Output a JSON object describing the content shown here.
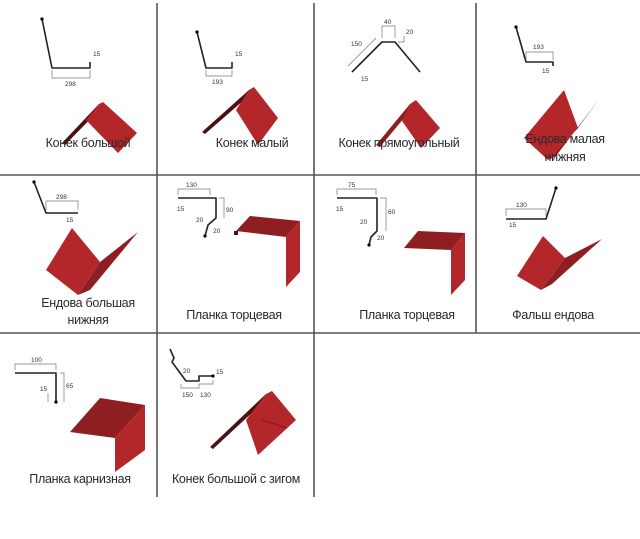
{
  "colors": {
    "product_red": "#b3272b",
    "grid_line": "#555555"
  },
  "items": [
    {
      "label": "Конек большой",
      "dims": [
        "15",
        "298"
      ]
    },
    {
      "label": "Конек малый",
      "dims": [
        "15",
        "193"
      ]
    },
    {
      "label": "Конек прямоугольный",
      "dims": [
        "40",
        "20",
        "150",
        "15"
      ]
    },
    {
      "label_line1": "Ендова малая",
      "label_line2": "нижняя",
      "dims": [
        "193",
        "15"
      ]
    },
    {
      "label_line1": "Ендова большая",
      "label_line2": "нижняя",
      "dims": [
        "298",
        "15"
      ]
    },
    {
      "label": "Планка торцевая",
      "dims": [
        "130",
        "15",
        "90",
        "20",
        "20"
      ]
    },
    {
      "label": "Планка торцевая",
      "dims": [
        "75",
        "15",
        "60",
        "20",
        "20"
      ]
    },
    {
      "label": "Фальш ендова",
      "dims": [
        "130",
        "15"
      ]
    },
    {
      "label": "Планка карнизная",
      "dims": [
        "100",
        "15",
        "65"
      ]
    },
    {
      "label": "Конек большой с зигом",
      "dims": [
        "20",
        "15",
        "150",
        "130"
      ]
    }
  ]
}
